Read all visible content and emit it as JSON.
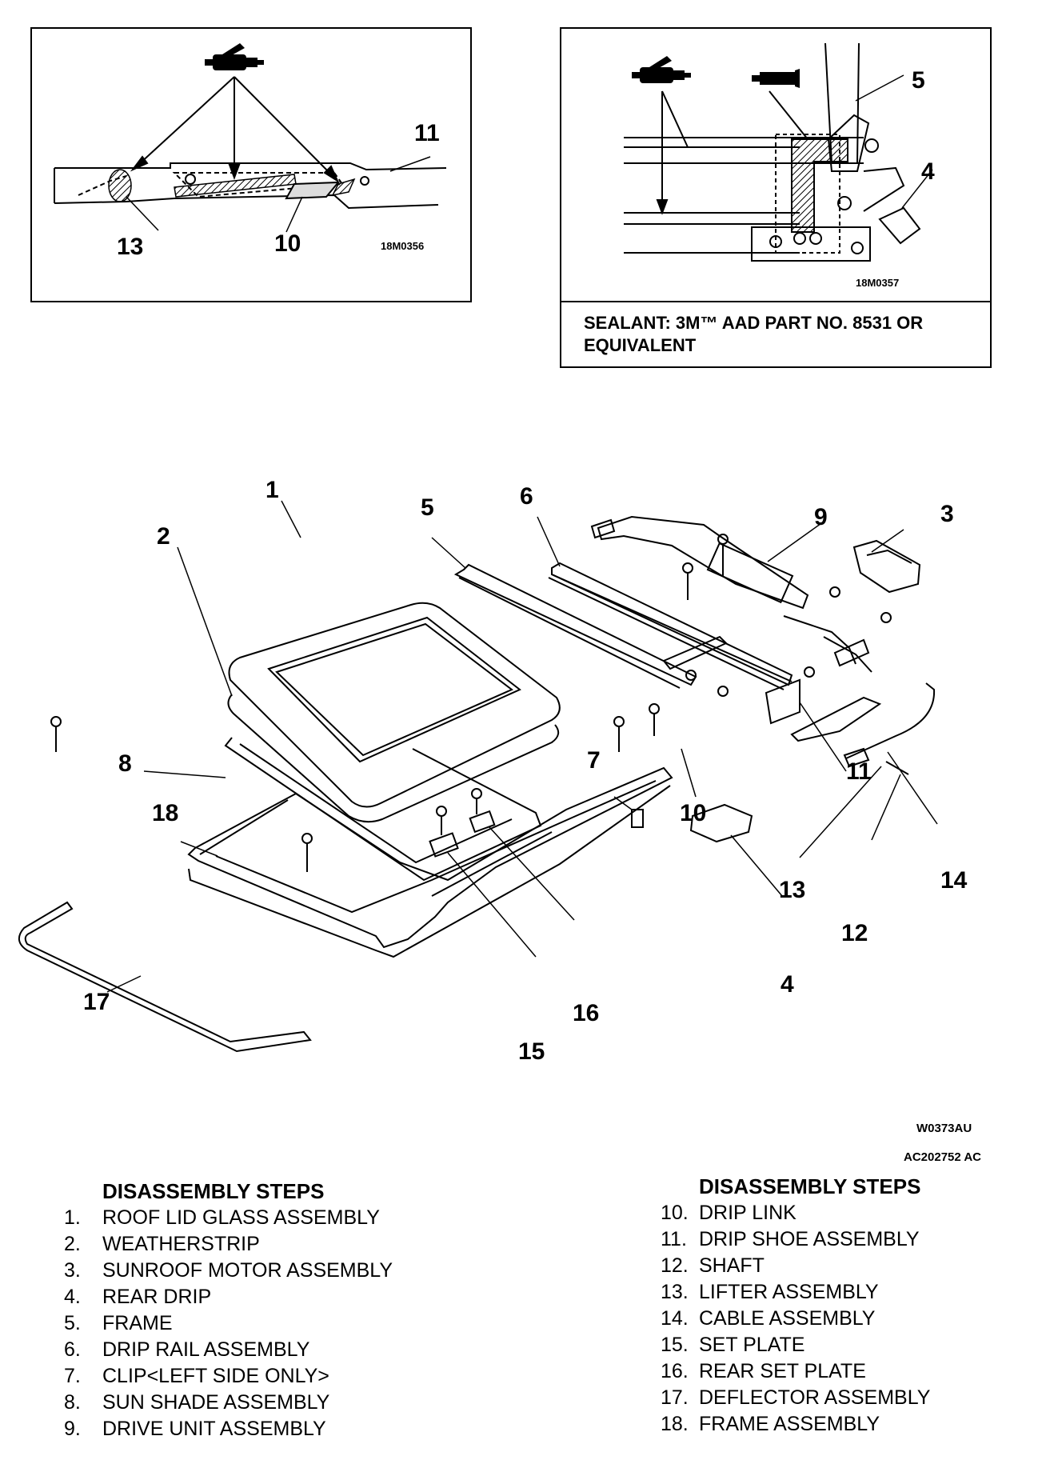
{
  "inset_left": {
    "callouts": [
      "11",
      "13",
      "10"
    ],
    "figure_code": "18M0356"
  },
  "inset_right": {
    "callouts": [
      "5",
      "4"
    ],
    "figure_code": "18M0357",
    "sealant_note": "SEALANT: 3M™ AAD PART NO. 8531 OR EQUIVALENT"
  },
  "main_diagram": {
    "callouts": [
      "1",
      "2",
      "3",
      "4",
      "5",
      "6",
      "7",
      "8",
      "9",
      "10",
      "11",
      "12",
      "13",
      "14",
      "15",
      "16",
      "17",
      "18"
    ],
    "ref_code_1": "W0373AU",
    "ref_code_2": "AC202752 AC"
  },
  "steps_left": {
    "title": "DISASSEMBLY STEPS",
    "items": [
      {
        "num": "1.",
        "label": "ROOF LID GLASS ASSEMBLY"
      },
      {
        "num": "2.",
        "label": "WEATHERSTRIP"
      },
      {
        "num": "3.",
        "label": "SUNROOF MOTOR ASSEMBLY"
      },
      {
        "num": "4.",
        "label": "REAR DRIP"
      },
      {
        "num": "5.",
        "label": "FRAME"
      },
      {
        "num": "6.",
        "label": "DRIP RAIL ASSEMBLY"
      },
      {
        "num": "7.",
        "label": "CLIP<LEFT SIDE ONLY>"
      },
      {
        "num": "8.",
        "label": "SUN SHADE ASSEMBLY"
      },
      {
        "num": "9.",
        "label": "DRIVE UNIT ASSEMBLY"
      }
    ]
  },
  "steps_right": {
    "title": "DISASSEMBLY STEPS",
    "items": [
      {
        "num": "10.",
        "label": "DRIP LINK"
      },
      {
        "num": "11.",
        "label": "DRIP SHOE ASSEMBLY"
      },
      {
        "num": "12.",
        "label": "SHAFT"
      },
      {
        "num": "13.",
        "label": "LIFTER ASSEMBLY"
      },
      {
        "num": "14.",
        "label": "CABLE ASSEMBLY"
      },
      {
        "num": "15.",
        "label": "SET PLATE"
      },
      {
        "num": "16.",
        "label": "REAR SET PLATE"
      },
      {
        "num": "17.",
        "label": "DEFLECTOR ASSEMBLY"
      },
      {
        "num": "18.",
        "label": "FRAME ASSEMBLY"
      }
    ]
  }
}
